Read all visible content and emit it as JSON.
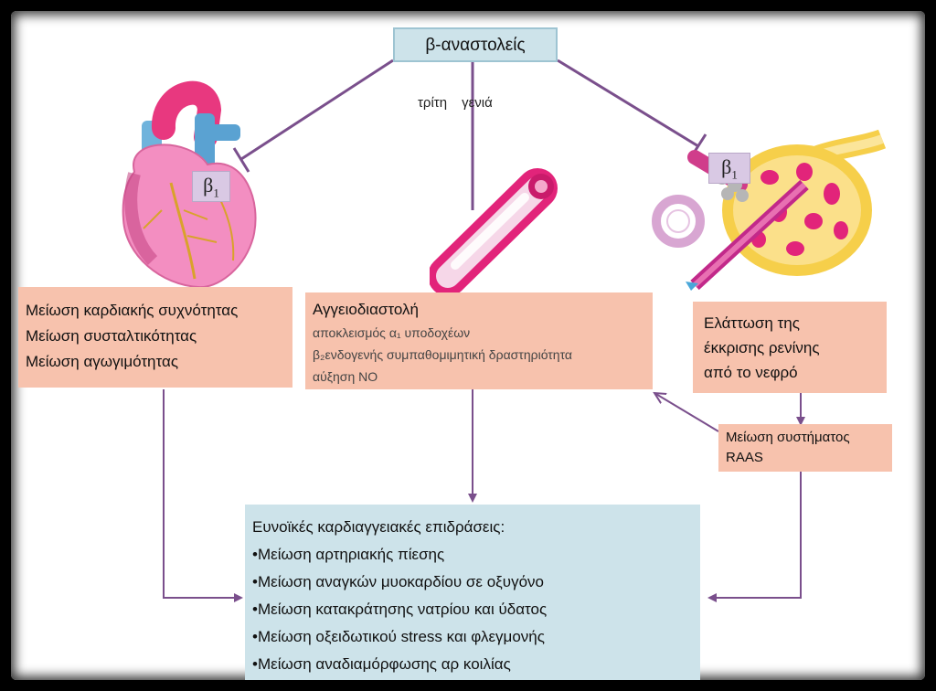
{
  "header": {
    "title": "β-αναστολείς"
  },
  "third_gen": {
    "word1": "τρίτη",
    "word2": "γενιά"
  },
  "heart_box": {
    "lines": [
      "Μείωση καρδιακής συχνότητας",
      "Μείωση συσταλτικότητας",
      "Μείωση αγωγιμότητας"
    ]
  },
  "vessel_box": {
    "title": "Αγγειοδιαστολή",
    "lines": [
      "αποκλεισμός α₁ υποδοχέων",
      "β₂ενδογενής συμπαθομιμητική δραστηριότητα",
      "αύξηση ΝΟ"
    ]
  },
  "kidney_box": {
    "lines": [
      "Ελάττωση της",
      "έκκρισης ρενίνης",
      "από το νεφρό"
    ]
  },
  "raas_box": {
    "lines": [
      "Μείωση συστήματος",
      "RAAS"
    ]
  },
  "effects_box": {
    "title": "Ευνοϊκές καρδιαγγειακές επιδράσεις:",
    "items": [
      "•Μείωση αρτηριακής πίεσης",
      "•Μείωση αναγκών μυοκαρδίου σε οξυγόνο",
      "•Μείωση κατακράτησης νατρίου και ύδατος",
      "•Μείωση οξειδωτικού stress και φλεγμονής",
      "•Μείωση αναδιαμόρφωσης αρ κοιλίας"
    ]
  },
  "receptor_labels": {
    "heart": "β",
    "kidney": "β",
    "subscript": "1"
  },
  "colors": {
    "arrow": "#7a4f8c",
    "salmon": "#f7c2ad",
    "blue": "#cde3ea",
    "heart": "#e8509a",
    "vessel": "#e2247a"
  }
}
